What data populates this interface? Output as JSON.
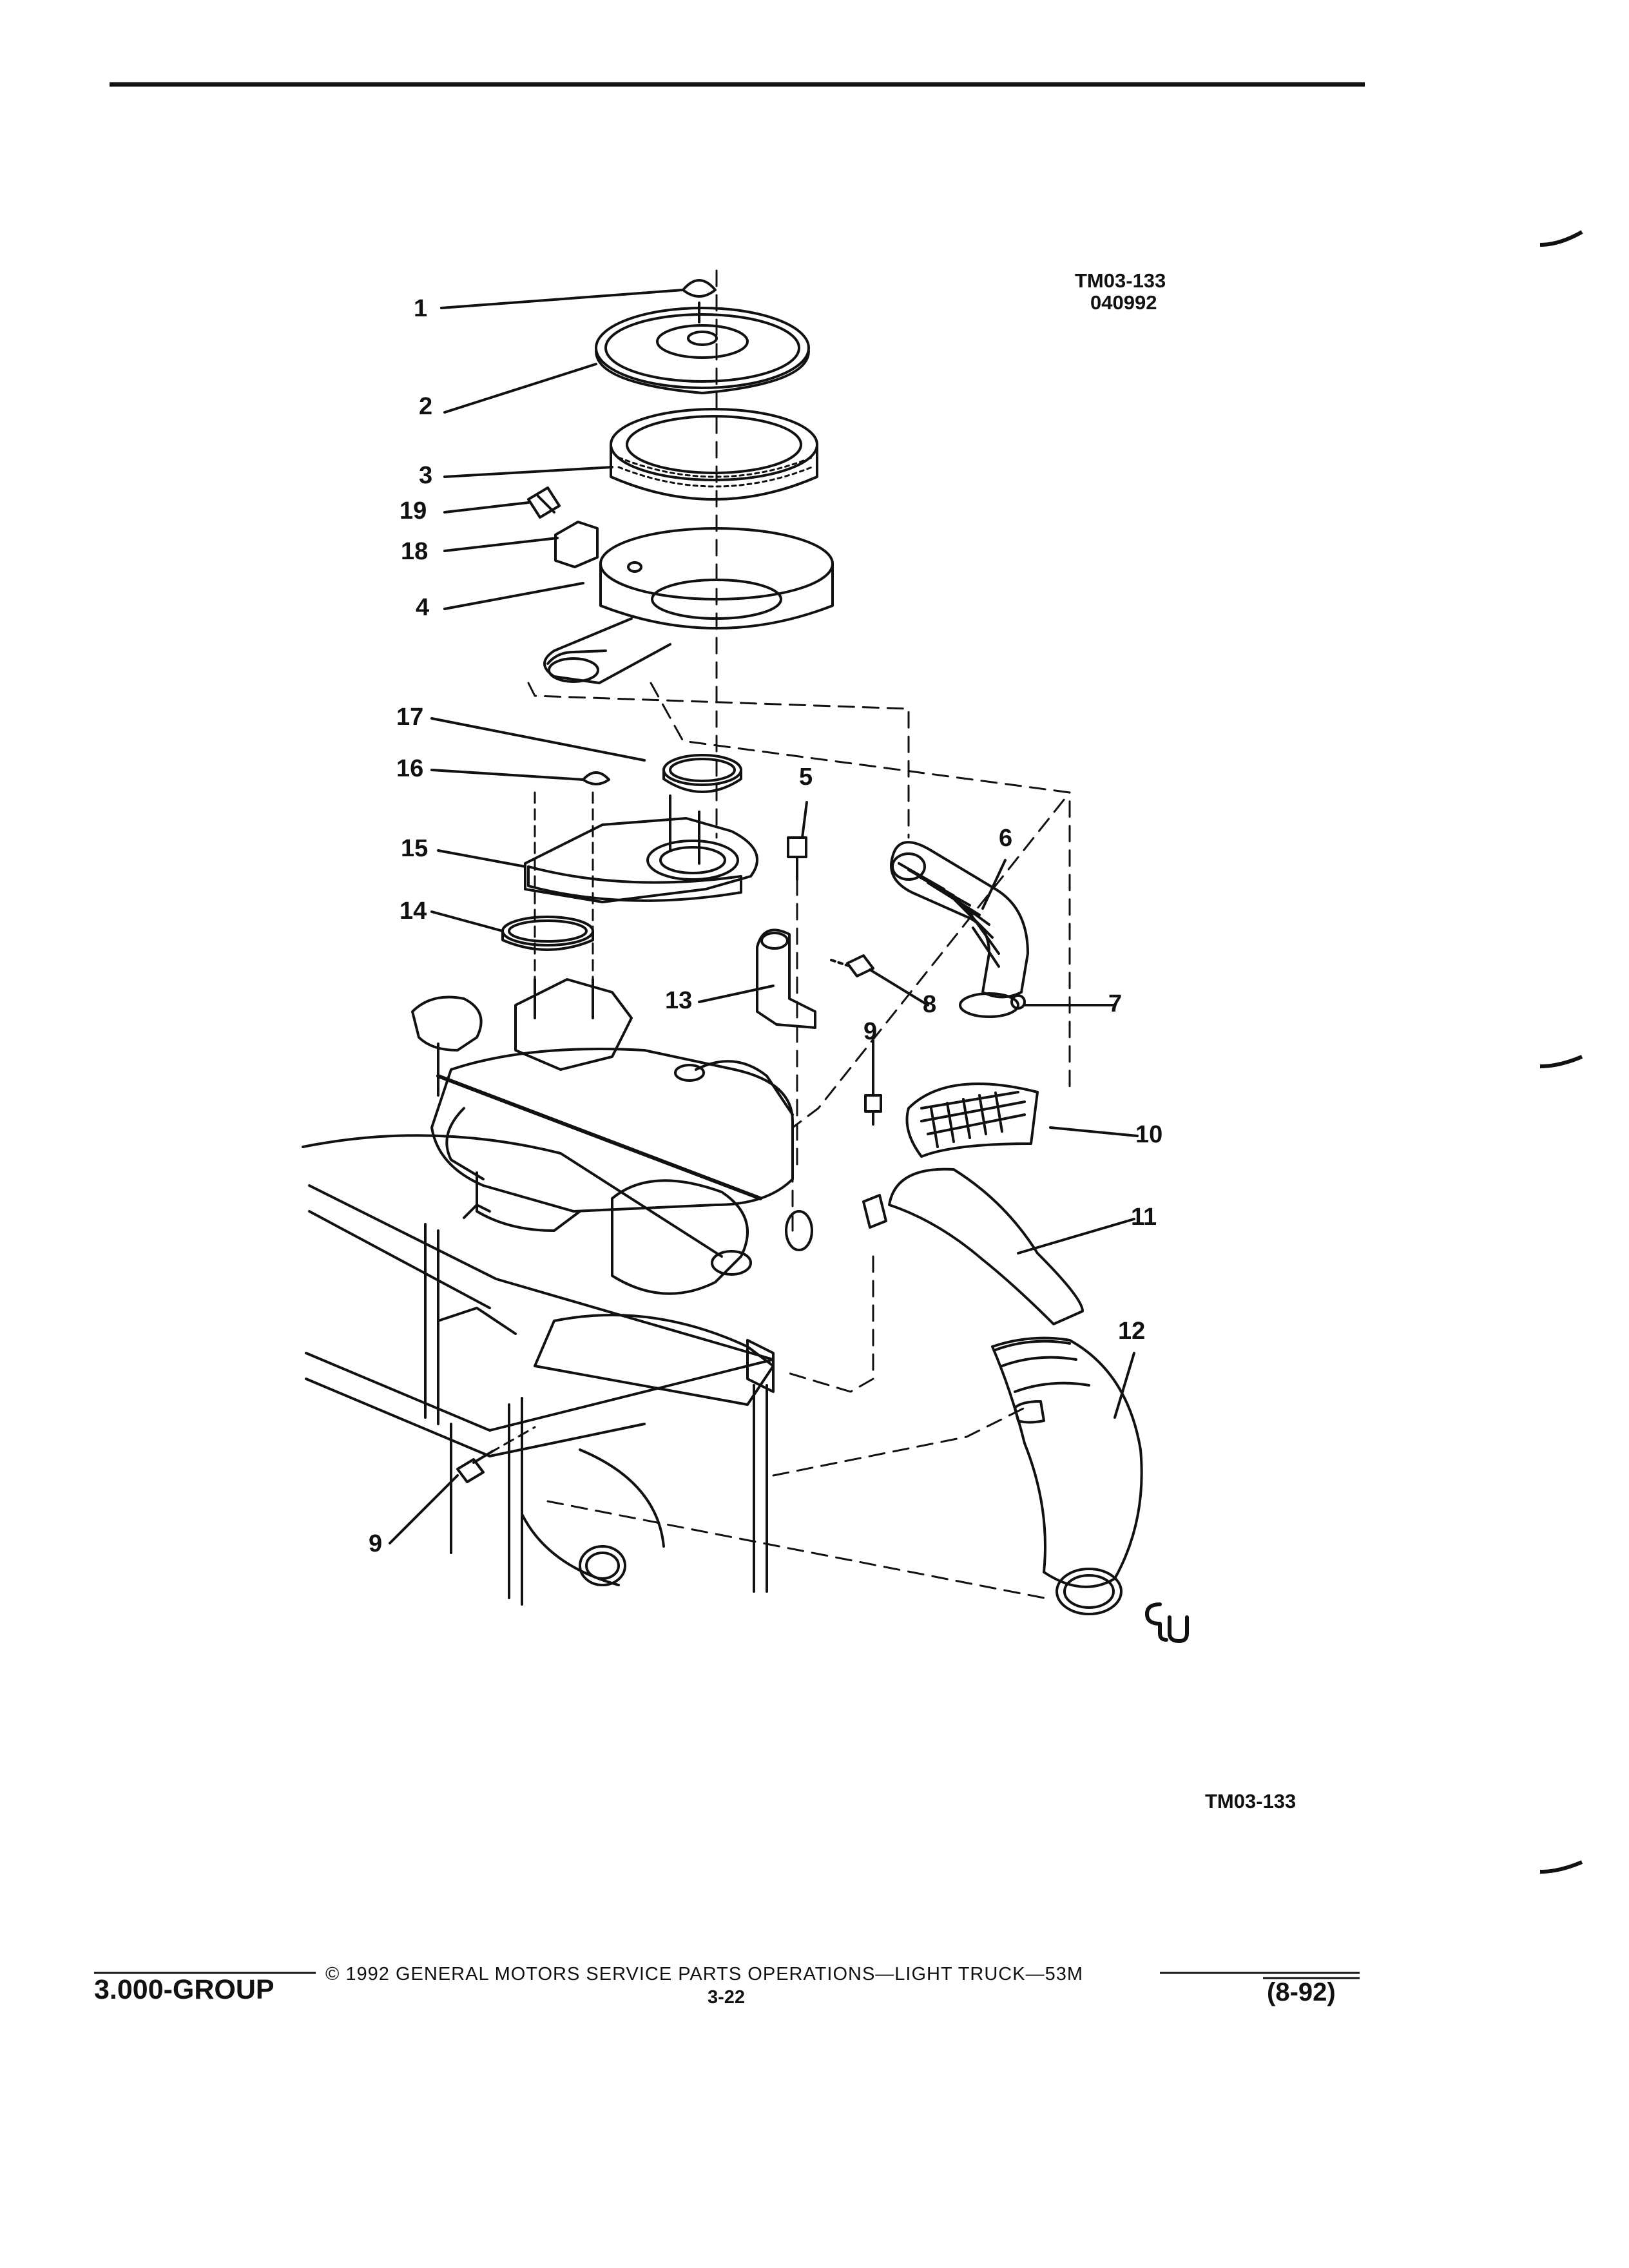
{
  "diagram": {
    "id_label_top": "TM03-133",
    "id_date_top": "040992",
    "id_label_bottom": "TM03-133",
    "callouts": [
      "1",
      "2",
      "3",
      "19",
      "18",
      "4",
      "17",
      "16",
      "5",
      "6",
      "15",
      "14",
      "13",
      "8",
      "7",
      "9",
      "10",
      "11",
      "12",
      "9"
    ]
  },
  "footer": {
    "group": "3.000-GROUP",
    "copyright": "© 1992 GENERAL MOTORS SERVICE PARTS OPERATIONS—LIGHT TRUCK—53M",
    "page": "3-22",
    "date": "(8-92)"
  },
  "colors": {
    "ink": "#111111",
    "paper": "#ffffff"
  }
}
